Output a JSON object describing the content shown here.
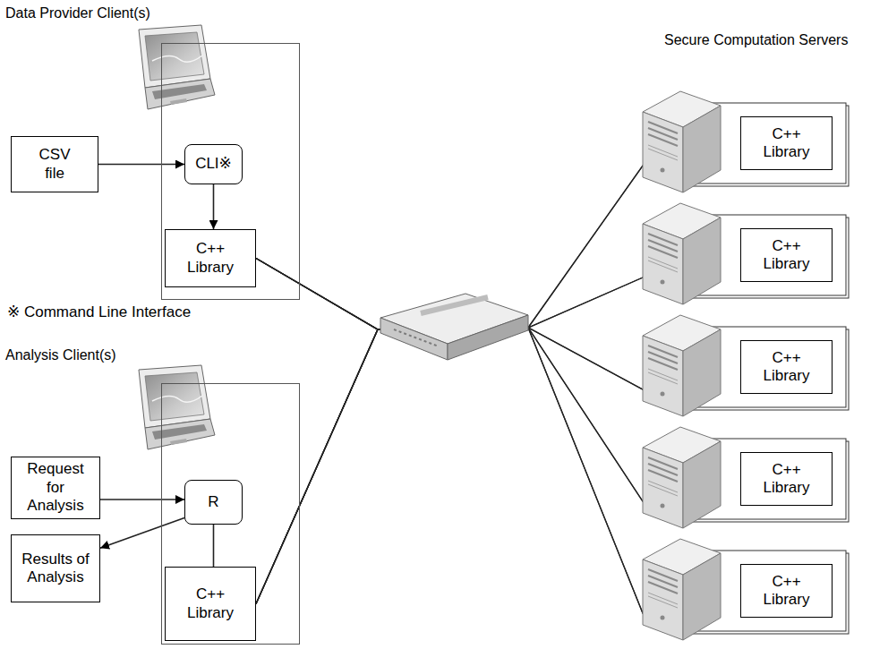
{
  "diagram": {
    "nodes": [
      {
        "text": [
          "Data Provider Client(s)"
        ]
      },
      {
        "text": [
          "CSV file"
        ]
      },
      {
        "text": [
          "CLI※"
        ],
        "in": 0
      },
      {
        "text": [
          "C++ Library"
        ],
        "in": 0
      },
      {
        "text": [
          "Analysis Client(s)"
        ]
      },
      {
        "text": [
          "Request for Analysis"
        ]
      },
      {
        "text": [
          "Results of Analysis"
        ]
      },
      {
        "text": [
          "R"
        ],
        "in": 4
      },
      {
        "text": [
          "C++ Library"
        ],
        "in": 4
      },
      {
        "text": [
          "C++ Library"
        ]
      },
      {
        "text": [
          "C++ Library"
        ]
      },
      {
        "text": [
          "C++ Library"
        ]
      },
      {
        "text": [
          "C++ Library"
        ]
      },
      {
        "text": [
          "C++ Library"
        ]
      }
    ],
    "edges": [
      {
        "from": 1,
        "to": 2,
        "arrow": "to"
      },
      {
        "from": 2,
        "to": 3,
        "arrow": "to"
      },
      {
        "from": 5,
        "to": 7,
        "arrow": "to"
      },
      {
        "from": 7,
        "to": 6,
        "arrow": "to"
      },
      {
        "from": 7,
        "to": 8,
        "arrow": "none"
      },
      {
        "from": 3,
        "to": 9,
        "arrow": "none"
      },
      {
        "from": 3,
        "to": 10,
        "arrow": "none"
      },
      {
        "from": 3,
        "to": 11,
        "arrow": "none"
      },
      {
        "from": 3,
        "to": 12,
        "arrow": "none"
      },
      {
        "from": 3,
        "to": 13,
        "arrow": "none"
      },
      {
        "from": 8,
        "to": 9,
        "arrow": "none"
      },
      {
        "from": 8,
        "to": 10,
        "arrow": "none"
      },
      {
        "from": 8,
        "to": 11,
        "arrow": "none"
      },
      {
        "from": 8,
        "to": 12,
        "arrow": "none"
      },
      {
        "from": 8,
        "to": 13,
        "arrow": "none"
      }
    ],
    "labels": [
      "※ Command Line Interface",
      "Secure Computation Servers"
    ]
  }
}
